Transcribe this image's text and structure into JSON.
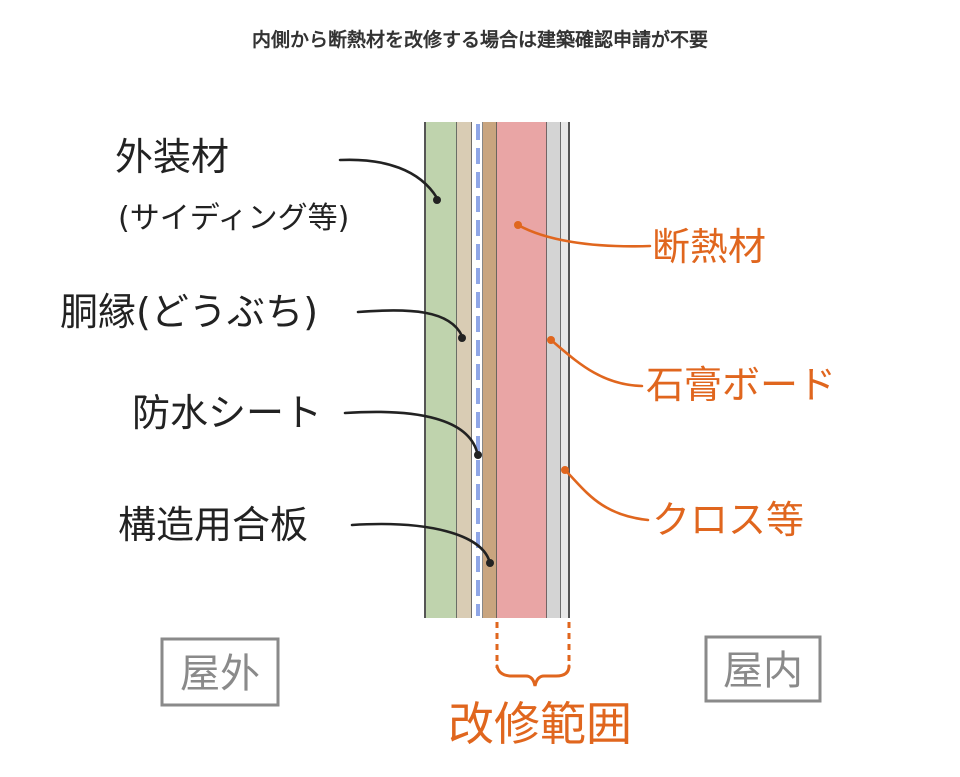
{
  "title": "内側から断熱材を改修する場合は建築確認申請が不要",
  "colors": {
    "dark": "#222222",
    "accent": "#e0661e",
    "gray": "#8a8a8a",
    "siding": "#bfd3ad",
    "furring": "#d9ccb4",
    "sheet": "#8fa6e6",
    "plywood": "#c9a57f",
    "insulation": "#e9a5a5",
    "gypsum": "#d4d4d4",
    "cloth": "#e8e8e8"
  },
  "left_labels": {
    "siding": "外装材",
    "siding_sub": "(サイディング等)",
    "furring": "胴縁(どうぶち)",
    "waterproof": "防水シート",
    "plywood": "構造用合板"
  },
  "right_labels": {
    "insulation": "断熱材",
    "gypsum": "石膏ボード",
    "cloth": "クロス等"
  },
  "outdoor": "屋外",
  "indoor": "屋内",
  "renovation_range": "改修範囲"
}
